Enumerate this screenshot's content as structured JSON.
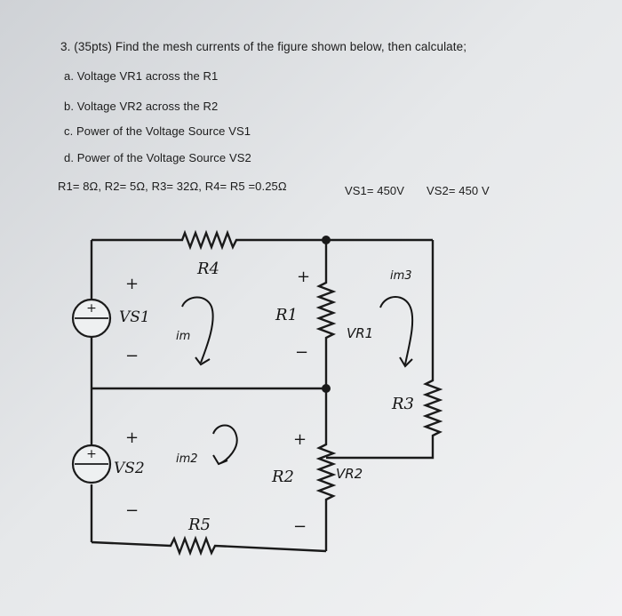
{
  "problem": {
    "header": "3. (35pts) Find the mesh currents of the figure shown below, then calculate;",
    "items": [
      "a. Voltage VR1 across the R1",
      "b. Voltage VR2 across the R2",
      "c. Power of the Voltage Source VS1",
      "d. Power of the Voltage Source VS2"
    ],
    "values": "R1= 8Ω, R2= 5Ω, R3= 32Ω, R4= R5 =0.25Ω",
    "vs1": "VS1= 450V",
    "vs2": "VS2= 450 V"
  },
  "circuit": {
    "r4": "R4",
    "r1": "R1",
    "r3": "R3",
    "r2": "R2",
    "r5": "R5",
    "vs1": "VS1",
    "vs2": "VS2",
    "source_plus": "+",
    "plus": "+",
    "minus": "−",
    "mesh1": "im",
    "mesh2": "im2",
    "mesh3": "im3",
    "vr1": "VR1",
    "vr2": "VR2"
  }
}
